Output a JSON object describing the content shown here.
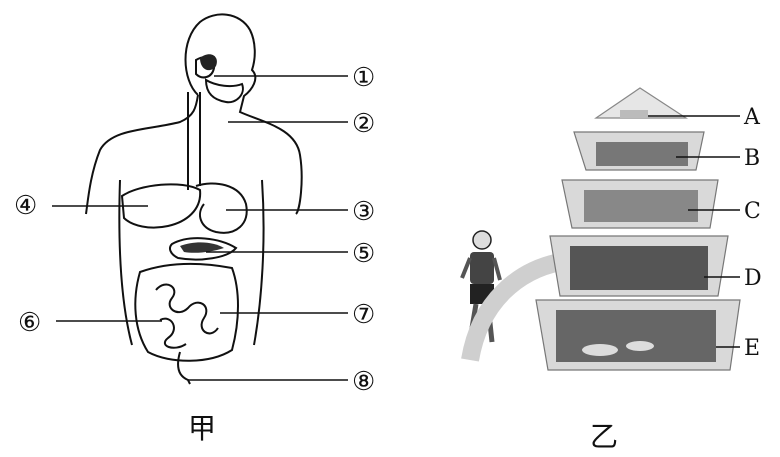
{
  "figure_left": {
    "caption": "甲",
    "labels": [
      "①",
      "②",
      "③",
      "④",
      "⑤",
      "⑥",
      "⑦",
      "⑧"
    ]
  },
  "figure_right": {
    "caption": "乙",
    "levels": [
      "A",
      "B",
      "C",
      "D",
      "E"
    ]
  }
}
